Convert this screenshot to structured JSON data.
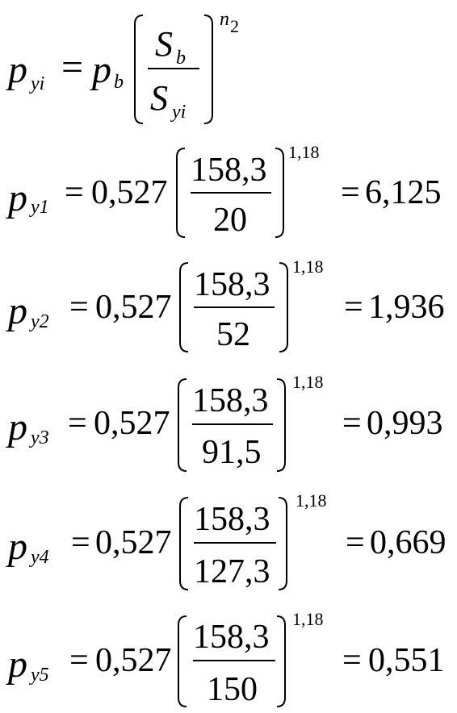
{
  "formula": {
    "lhs_var": "p",
    "lhs_sub": "yi",
    "eq": "=",
    "rhs_var": "p",
    "rhs_sub": "b",
    "num_var": "S",
    "num_sub": "b",
    "den_var": "S",
    "den_sub": "yi",
    "exp_var": "n",
    "exp_sub": "2"
  },
  "rows": [
    {
      "var": "p",
      "sub": "y1",
      "eq": "=",
      "coef": "0,527",
      "numerator": "158,3",
      "denominator": "20",
      "exponent": "1,18",
      "eq2": "=",
      "result": "6,125"
    },
    {
      "var": "p",
      "sub": "y2",
      "eq": "=",
      "coef": "0,527",
      "numerator": "158,3",
      "denominator": "52",
      "exponent": "1,18",
      "eq2": "=",
      "result": "1,936"
    },
    {
      "var": "p",
      "sub": "y3",
      "eq": "=",
      "coef": "0,527",
      "numerator": "158,3",
      "denominator": "91,5",
      "exponent": "1,18",
      "eq2": "=",
      "result": "0,993"
    },
    {
      "var": "p",
      "sub": "y4",
      "eq": "=",
      "coef": "0,527",
      "numerator": "158,3",
      "denominator": "127,3",
      "exponent": "1,18",
      "eq2": "=",
      "result": "0,669"
    },
    {
      "var": "p",
      "sub": "y5",
      "eq": "=",
      "coef": "0,527",
      "numerator": "158,3",
      "denominator": "150",
      "exponent": "1,18",
      "eq2": "=",
      "result": "0,551"
    }
  ]
}
